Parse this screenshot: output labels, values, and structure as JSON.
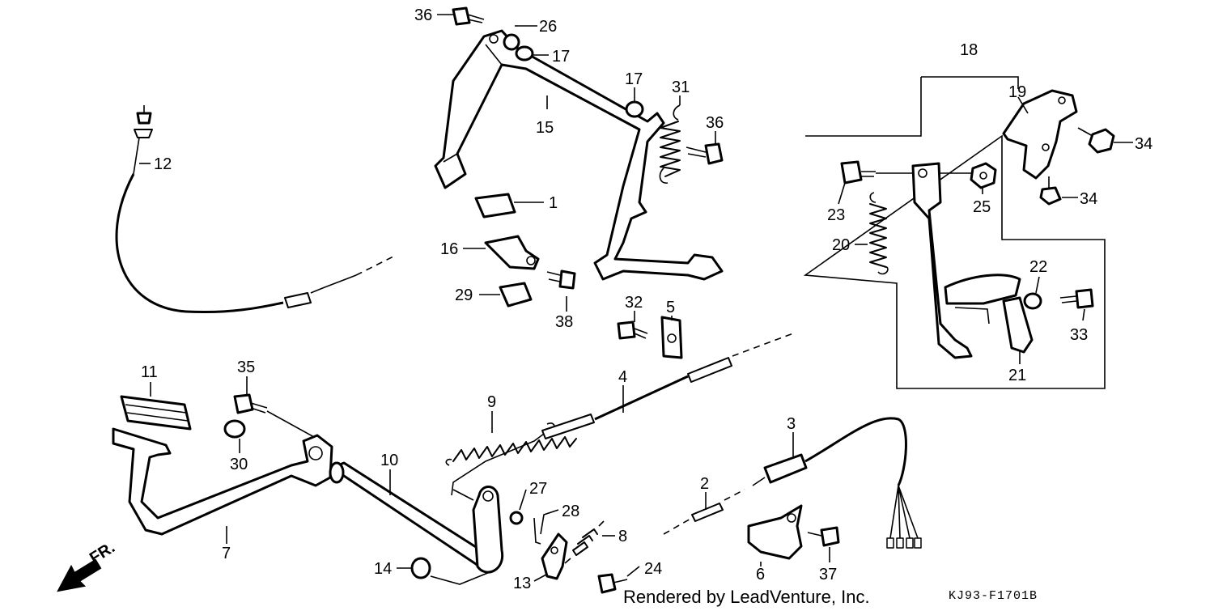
{
  "diagram": {
    "footer_text": "Rendered by LeadVenture, Inc.",
    "diagram_code": "KJ93-F1701B",
    "direction_label": "FR.",
    "callouts": {
      "c1": "1",
      "c2": "2",
      "c3": "3",
      "c4": "4",
      "c5": "5",
      "c6": "6",
      "c7": "7",
      "c8": "8",
      "c9": "9",
      "c10": "10",
      "c11": "11",
      "c12": "12",
      "c13": "13",
      "c14": "14",
      "c15": "15",
      "c16": "16",
      "c17a": "17",
      "c17b": "17",
      "c18": "18",
      "c19": "19",
      "c20": "20",
      "c21": "21",
      "c22": "22",
      "c23": "23",
      "c24": "24",
      "c25": "25",
      "c26": "26",
      "c27": "27",
      "c28": "28",
      "c29": "29",
      "c30": "30",
      "c31": "31",
      "c32": "32",
      "c33": "33",
      "c34a": "34",
      "c34b": "34",
      "c35": "35",
      "c36a": "36",
      "c36b": "36",
      "c37": "37",
      "c38": "38"
    }
  }
}
